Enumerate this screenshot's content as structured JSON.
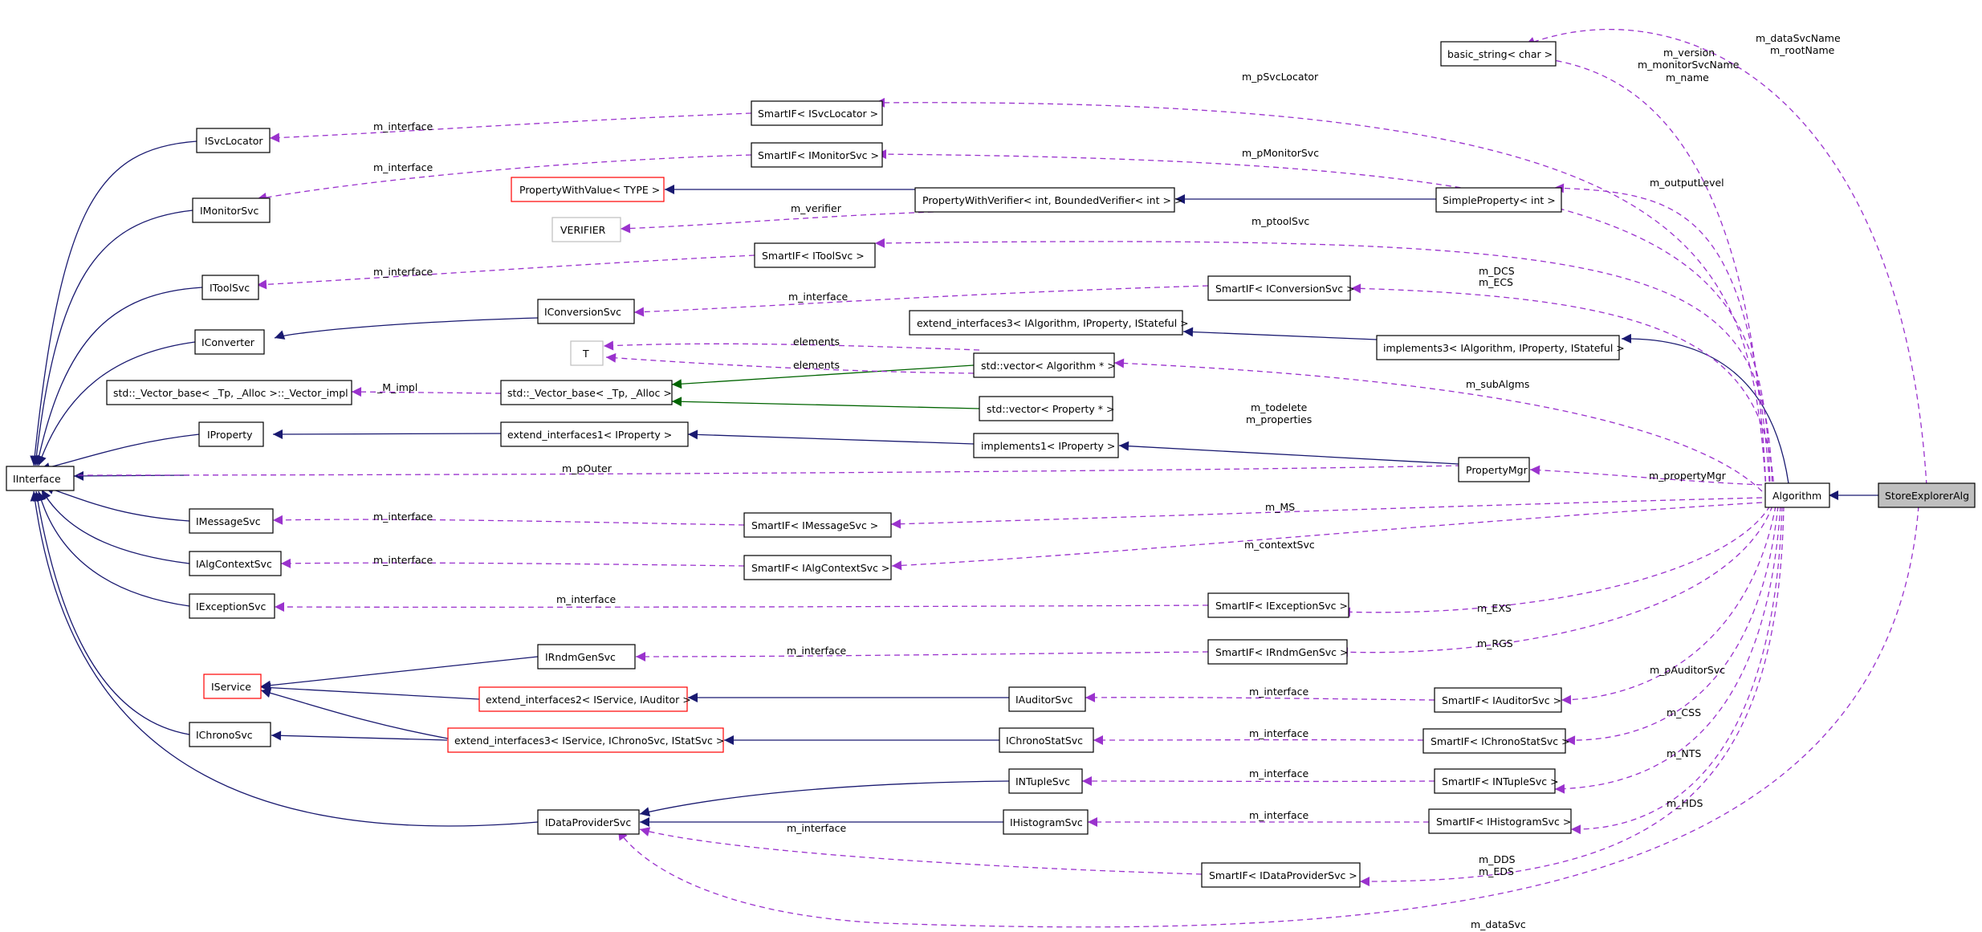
{
  "nodes": [
    {
      "id": "IInterface",
      "label": "IInterface",
      "style": "normal"
    },
    {
      "id": "ISvcLocator",
      "label": "ISvcLocator",
      "style": "normal"
    },
    {
      "id": "IMonitorSvc",
      "label": "IMonitorSvc",
      "style": "normal"
    },
    {
      "id": "IToolSvc",
      "label": "IToolSvc",
      "style": "normal"
    },
    {
      "id": "IConverter",
      "label": "IConverter",
      "style": "normal"
    },
    {
      "id": "VectorImpl",
      "label": "std::_Vector_base< _Tp, _Alloc >::_Vector_impl",
      "style": "normal"
    },
    {
      "id": "IProperty",
      "label": "IProperty",
      "style": "normal"
    },
    {
      "id": "IMessageSvc",
      "label": "IMessageSvc",
      "style": "normal"
    },
    {
      "id": "IAlgContextSvc",
      "label": "IAlgContextSvc",
      "style": "normal"
    },
    {
      "id": "IExceptionSvc",
      "label": "IExceptionSvc",
      "style": "normal"
    },
    {
      "id": "IService",
      "label": "IService",
      "style": "red"
    },
    {
      "id": "IChronoSvc",
      "label": "IChronoSvc",
      "style": "normal"
    },
    {
      "id": "PropertyWithValue",
      "label": "PropertyWithValue< TYPE >",
      "style": "red"
    },
    {
      "id": "VERIFIER",
      "label": "VERIFIER",
      "style": "grey"
    },
    {
      "id": "T",
      "label": "T",
      "style": "grey"
    },
    {
      "id": "IConversionSvc",
      "label": "IConversionSvc",
      "style": "normal"
    },
    {
      "id": "VectorBase",
      "label": "std::_Vector_base< _Tp, _Alloc >",
      "style": "normal"
    },
    {
      "id": "ExtIf1",
      "label": "extend_interfaces1< IProperty >",
      "style": "normal"
    },
    {
      "id": "IRndmGenSvc",
      "label": "IRndmGenSvc",
      "style": "normal"
    },
    {
      "id": "ExtIf2",
      "label": "extend_interfaces2< IService, IAuditor >",
      "style": "red"
    },
    {
      "id": "ExtIf3Chrono",
      "label": "extend_interfaces3< IService, IChronoSvc, IStatSvc >",
      "style": "red"
    },
    {
      "id": "IDataProviderSvc",
      "label": "IDataProviderSvc",
      "style": "normal"
    },
    {
      "id": "SmartISvcLocator",
      "label": "SmartIF< ISvcLocator >",
      "style": "normal"
    },
    {
      "id": "SmartIMonitorSvc",
      "label": "SmartIF< IMonitorSvc >",
      "style": "normal"
    },
    {
      "id": "PropWithVerifier",
      "label": "PropertyWithVerifier< int, BoundedVerifier< int > >",
      "style": "normal"
    },
    {
      "id": "SmartIToolSvc",
      "label": "SmartIF< IToolSvc >",
      "style": "normal"
    },
    {
      "id": "ExtIf3Alg",
      "label": "extend_interfaces3< IAlgorithm, IProperty, IStateful >",
      "style": "normal"
    },
    {
      "id": "VecAlg",
      "label": "std::vector< Algorithm * >",
      "style": "normal"
    },
    {
      "id": "VecProp",
      "label": "std::vector< Property * >",
      "style": "normal"
    },
    {
      "id": "Impl1",
      "label": "implements1< IProperty >",
      "style": "normal"
    },
    {
      "id": "SmartIMessageSvc",
      "label": "SmartIF< IMessageSvc >",
      "style": "normal"
    },
    {
      "id": "SmartIAlgContextSvc",
      "label": "SmartIF< IAlgContextSvc >",
      "style": "normal"
    },
    {
      "id": "IAuditorSvc",
      "label": "IAuditorSvc",
      "style": "normal"
    },
    {
      "id": "IChronoStatSvc",
      "label": "IChronoStatSvc",
      "style": "normal"
    },
    {
      "id": "INTupleSvc",
      "label": "INTupleSvc",
      "style": "normal"
    },
    {
      "id": "IHistogramSvc",
      "label": "IHistogramSvc",
      "style": "normal"
    },
    {
      "id": "SmartIConversionSvc",
      "label": "SmartIF< IConversionSvc >",
      "style": "normal"
    },
    {
      "id": "SmartIExceptionSvc",
      "label": "SmartIF< IExceptionSvc >",
      "style": "normal"
    },
    {
      "id": "SmartIRndmGenSvc",
      "label": "SmartIF< IRndmGenSvc >",
      "style": "normal"
    },
    {
      "id": "SmartIDataProviderSvc",
      "label": "SmartIF< IDataProviderSvc >",
      "style": "normal"
    },
    {
      "id": "BasicString",
      "label": "basic_string< char >",
      "style": "normal"
    },
    {
      "id": "SimpleProperty",
      "label": "SimpleProperty< int >",
      "style": "normal"
    },
    {
      "id": "Impl3",
      "label": "implements3< IAlgorithm, IProperty, IStateful >",
      "style": "normal"
    },
    {
      "id": "PropertyMgr",
      "label": "PropertyMgr",
      "style": "normal"
    },
    {
      "id": "SmartIAuditorSvc",
      "label": "SmartIF< IAuditorSvc >",
      "style": "normal"
    },
    {
      "id": "SmartIChronoStatSvc",
      "label": "SmartIF< IChronoStatSvc >",
      "style": "normal"
    },
    {
      "id": "SmartINTupleSvc",
      "label": "SmartIF< INTupleSvc >",
      "style": "normal"
    },
    {
      "id": "SmartIHistogramSvc",
      "label": "SmartIF< IHistogramSvc >",
      "style": "normal"
    },
    {
      "id": "Algorithm",
      "label": "Algorithm",
      "style": "normal"
    },
    {
      "id": "StoreExplorerAlg",
      "label": "StoreExplorerAlg",
      "style": "highlight"
    }
  ],
  "edge_labels": {
    "m_interface": "m_interface",
    "m_verifier": "m_verifier",
    "elements": "elements",
    "M_impl": "_M_impl",
    "m_pOuter": "m_pOuter",
    "m_pSvcLocator": "m_pSvcLocator",
    "m_pMonitorSvc": "m_pMonitorSvc",
    "m_ptoolSvc": "m_ptoolSvc",
    "m_DCS_ECS": [
      "m_DCS",
      "m_ECS"
    ],
    "m_subAlgms": "m_subAlgms",
    "m_todelete_props": [
      "m_todelete",
      "m_properties"
    ],
    "m_propertyMgr": "m_propertyMgr",
    "m_MS": "m_MS",
    "m_contextSvc": "m_contextSvc",
    "m_EXS": "m_EXS",
    "m_RGS": "m_RGS",
    "m_pAuditorSvc": "m_pAuditorSvc",
    "m_CSS": "m_CSS",
    "m_NTS": "m_NTS",
    "m_HDS": "m_HDS",
    "m_DDS_EDS": [
      "m_DDS",
      "m_EDS"
    ],
    "m_dataSvc": "m_dataSvc",
    "m_outputLevel": "m_outputLevel",
    "m_version_group": [
      "m_version",
      "m_monitorSvcName",
      "m_name"
    ],
    "m_dataSvcName_group": [
      "m_dataSvcName",
      "m_rootName"
    ]
  },
  "colors": {
    "inheritance": "#191970",
    "usage": "#9a32cd",
    "template": "#006400",
    "undocumented_border": "#ff0000",
    "highlight_fill": "#bfbfbf"
  }
}
